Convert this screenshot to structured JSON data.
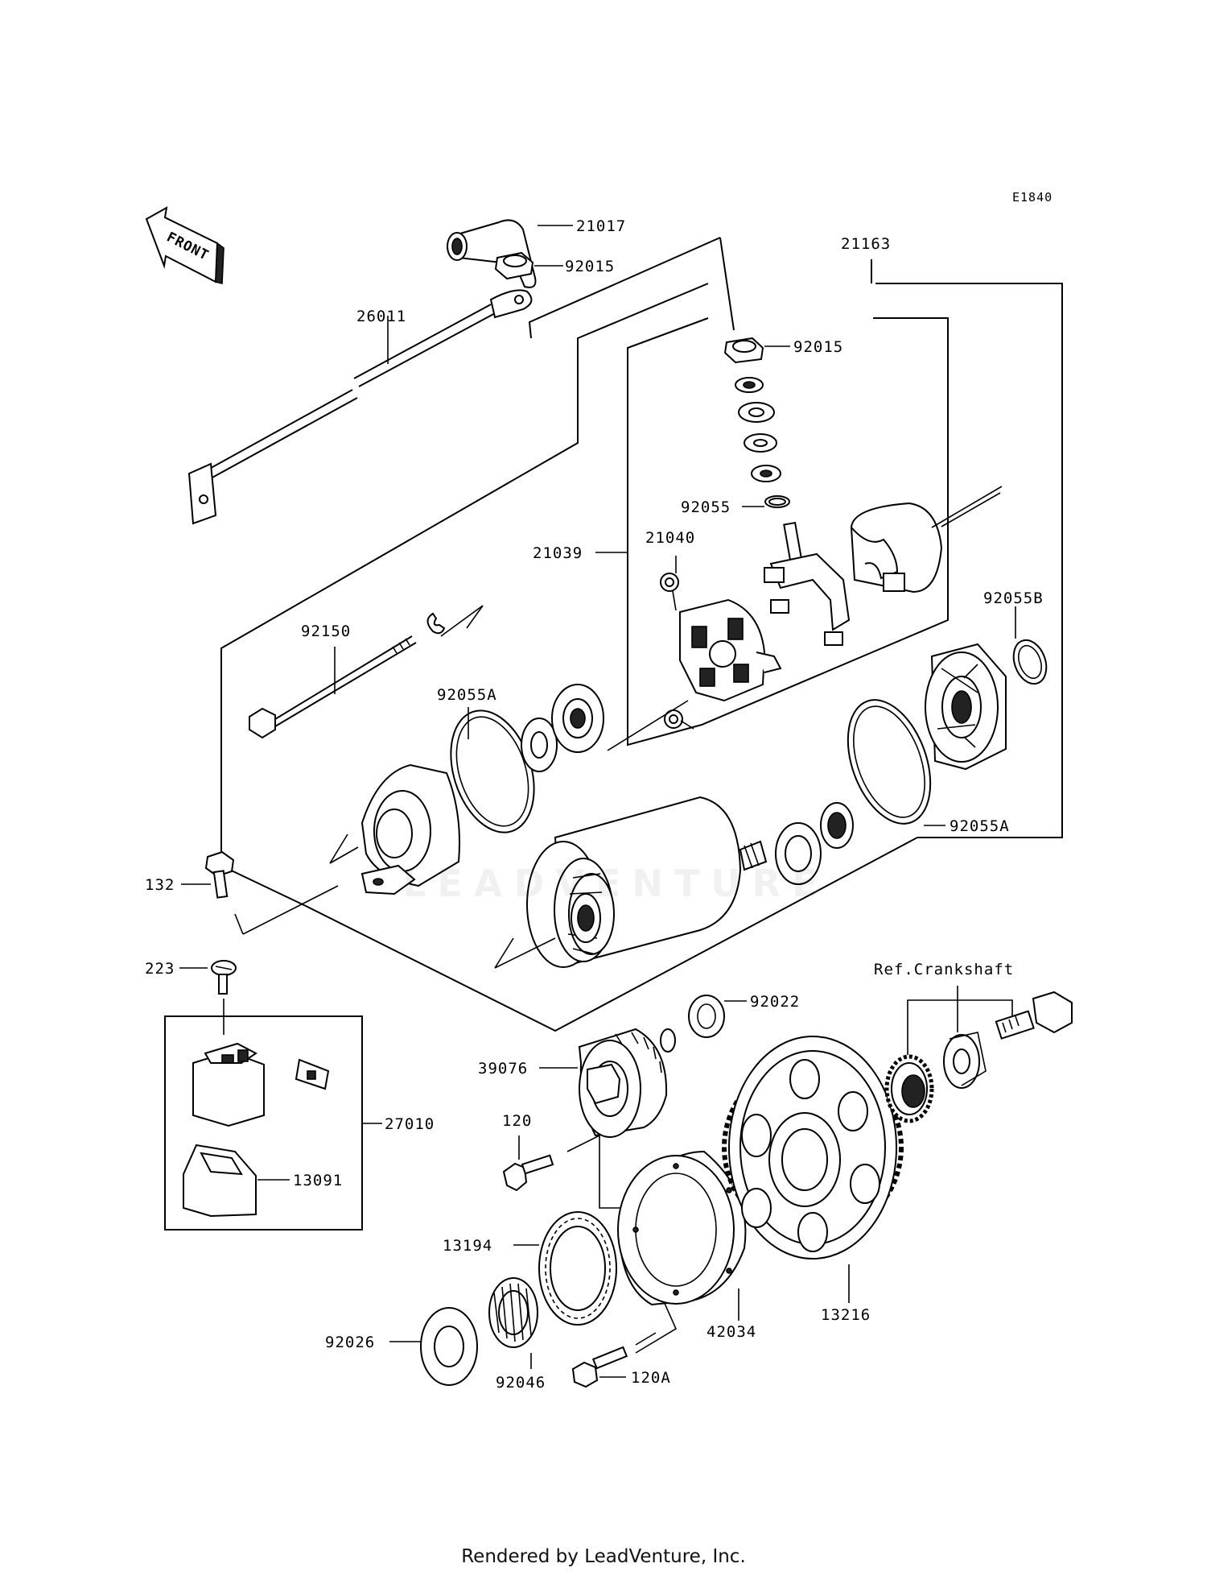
{
  "diagram_code": "E1840",
  "front_label": "FRONT",
  "reference_label": "Ref.Crankshaft",
  "watermark_text": "LEADVENTURE",
  "footer_text": "Rendered by LeadVenture, Inc.",
  "part_numbers": {
    "p21017": "21017",
    "p92015_top": "92015",
    "p21163": "21163",
    "p26011": "26011",
    "p92015": "92015",
    "p92055": "92055",
    "p21039": "21039",
    "p21040": "21040",
    "p92055B": "92055B",
    "p92150": "92150",
    "p92055A_left": "92055A",
    "p92055A_right": "92055A",
    "p132": "132",
    "p223": "223",
    "p92022": "92022",
    "p39076": "39076",
    "p27010": "27010",
    "p120": "120",
    "p13091": "13091",
    "p13194": "13194",
    "p42034": "42034",
    "p13216": "13216",
    "p92026": "92026",
    "p92046": "92046",
    "p120A": "120A"
  }
}
